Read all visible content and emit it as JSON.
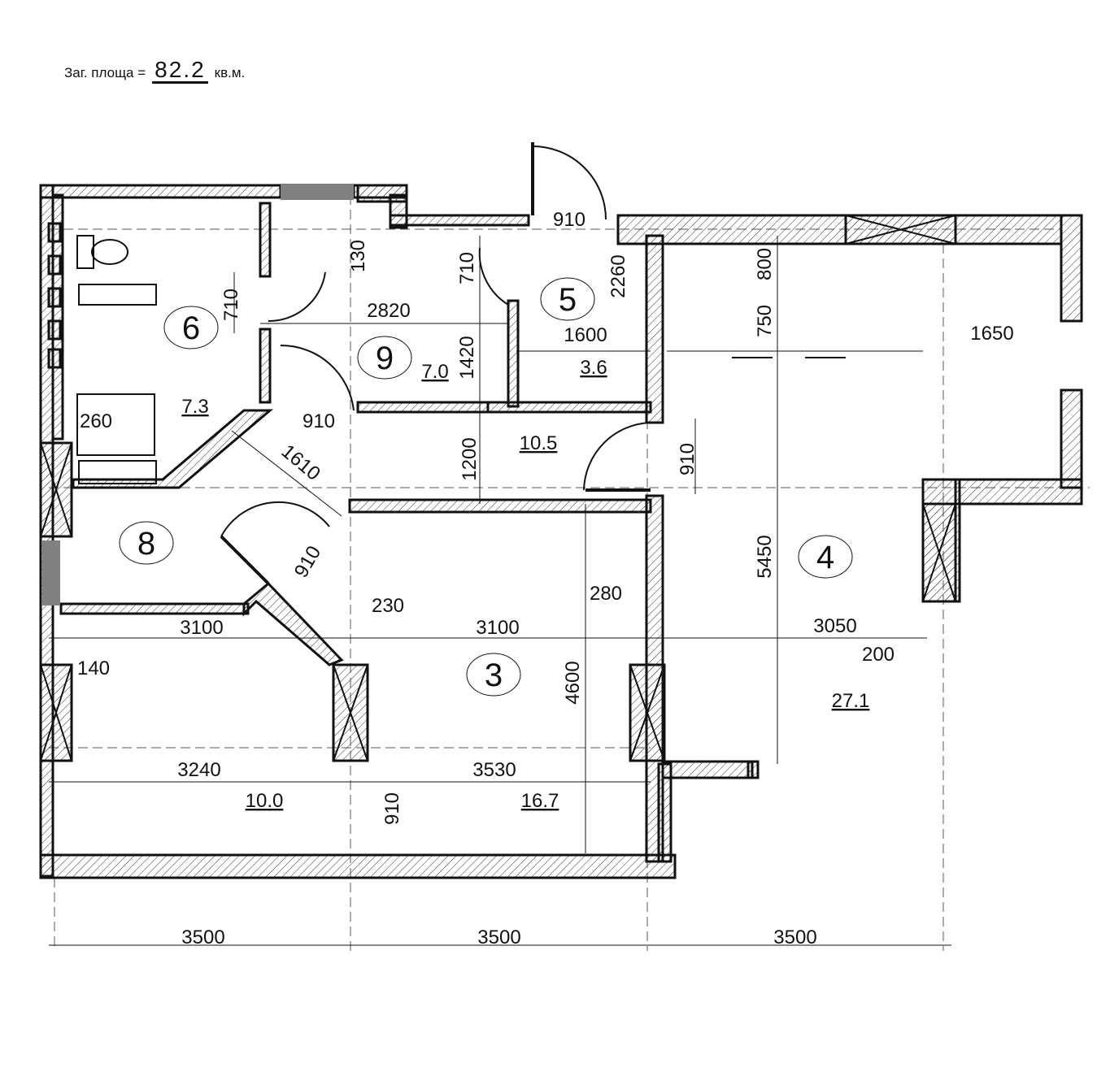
{
  "header": {
    "label": "Заг. площа =",
    "total_area": "82.2",
    "unit": "кв.м."
  },
  "rooms": [
    {
      "number": "6",
      "area": "7.3"
    },
    {
      "number": "9",
      "area": "7.0"
    },
    {
      "number": "5",
      "area": "3.6"
    },
    {
      "number": "",
      "area": "10.5"
    },
    {
      "number": "8",
      "area": ""
    },
    {
      "number": "3",
      "area": "16.7"
    },
    {
      "number": "4",
      "area": "27.1"
    },
    {
      "number": "",
      "area": "10.0"
    }
  ],
  "dimensions": [
    "910",
    "2260",
    "800",
    "750",
    "1650",
    "710",
    "130",
    "710",
    "2820",
    "1600",
    "1420",
    "260",
    "910",
    "1610",
    "1200",
    "910",
    "910",
    "230",
    "280",
    "3100",
    "3100",
    "3050",
    "200",
    "140",
    "5450",
    "4600",
    "3240",
    "3530",
    "910",
    "3500",
    "3500",
    "3500"
  ],
  "colors": {
    "line": "#111111",
    "window_gray": "#808080"
  }
}
